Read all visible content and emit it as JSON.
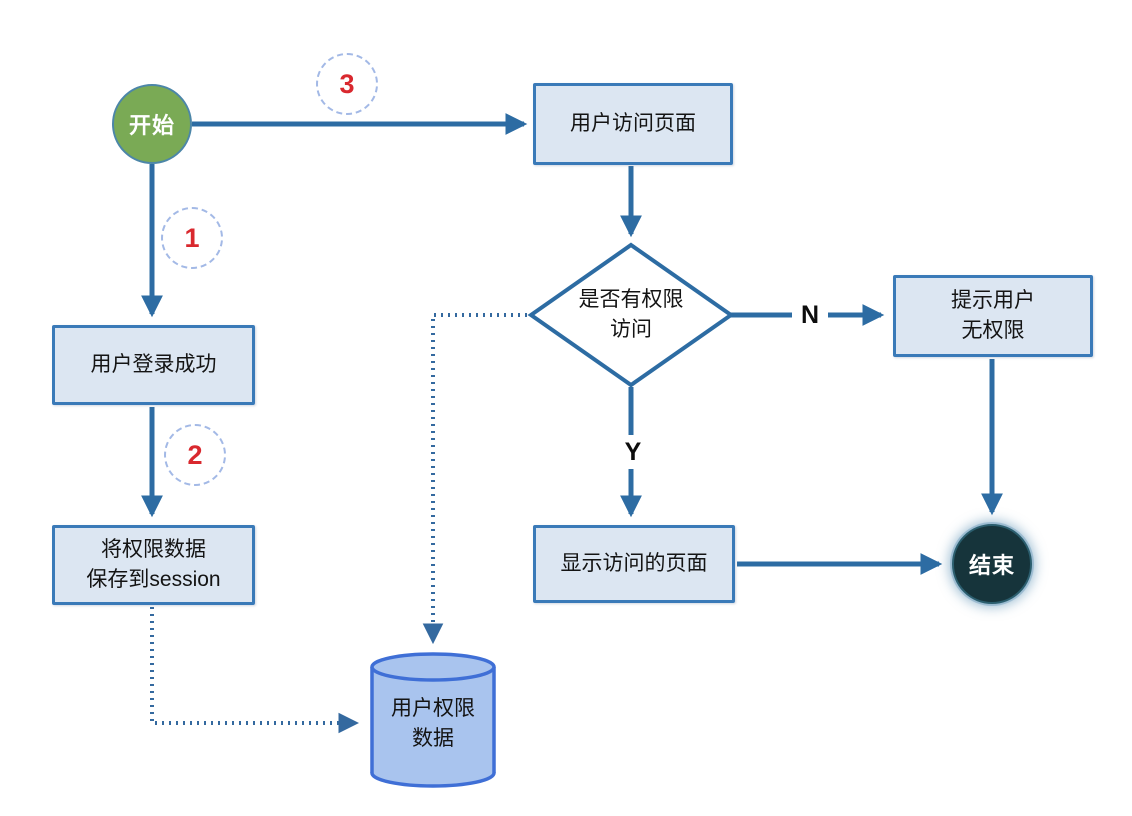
{
  "diagram": {
    "nodes": {
      "start": {
        "label": "开始"
      },
      "visit_page": {
        "label": "用户访问页面"
      },
      "login_success": {
        "label": "用户登录成功"
      },
      "save_session": {
        "line1": "将权限数据",
        "line2": "保存到session"
      },
      "has_permission": {
        "line1": "是否有权限",
        "line2": "访问"
      },
      "prompt_no_permission": {
        "line1": "提示用户",
        "line2": "无权限"
      },
      "show_page": {
        "label": "显示访问的页面"
      },
      "end": {
        "label": "结束"
      },
      "permission_data": {
        "line1": "用户权限",
        "line2": "数据"
      }
    },
    "step_badges": [
      {
        "label": "1"
      },
      {
        "label": "2"
      },
      {
        "label": "3"
      }
    ],
    "edge_labels": {
      "no": "N",
      "yes": "Y"
    },
    "colors": {
      "arrow": "#2d6ca3",
      "dotted_arrow": "#34699f",
      "box_fill": "#dce6f2",
      "box_border": "#3a7ab8",
      "start_fill": "#7aaa55",
      "end_fill": "#16343b",
      "badge_border": "#a3b9e6",
      "badge_number": "#d9282e",
      "cylinder_fill": "#a9c4ee",
      "cylinder_border": "#3f6fd6"
    }
  }
}
